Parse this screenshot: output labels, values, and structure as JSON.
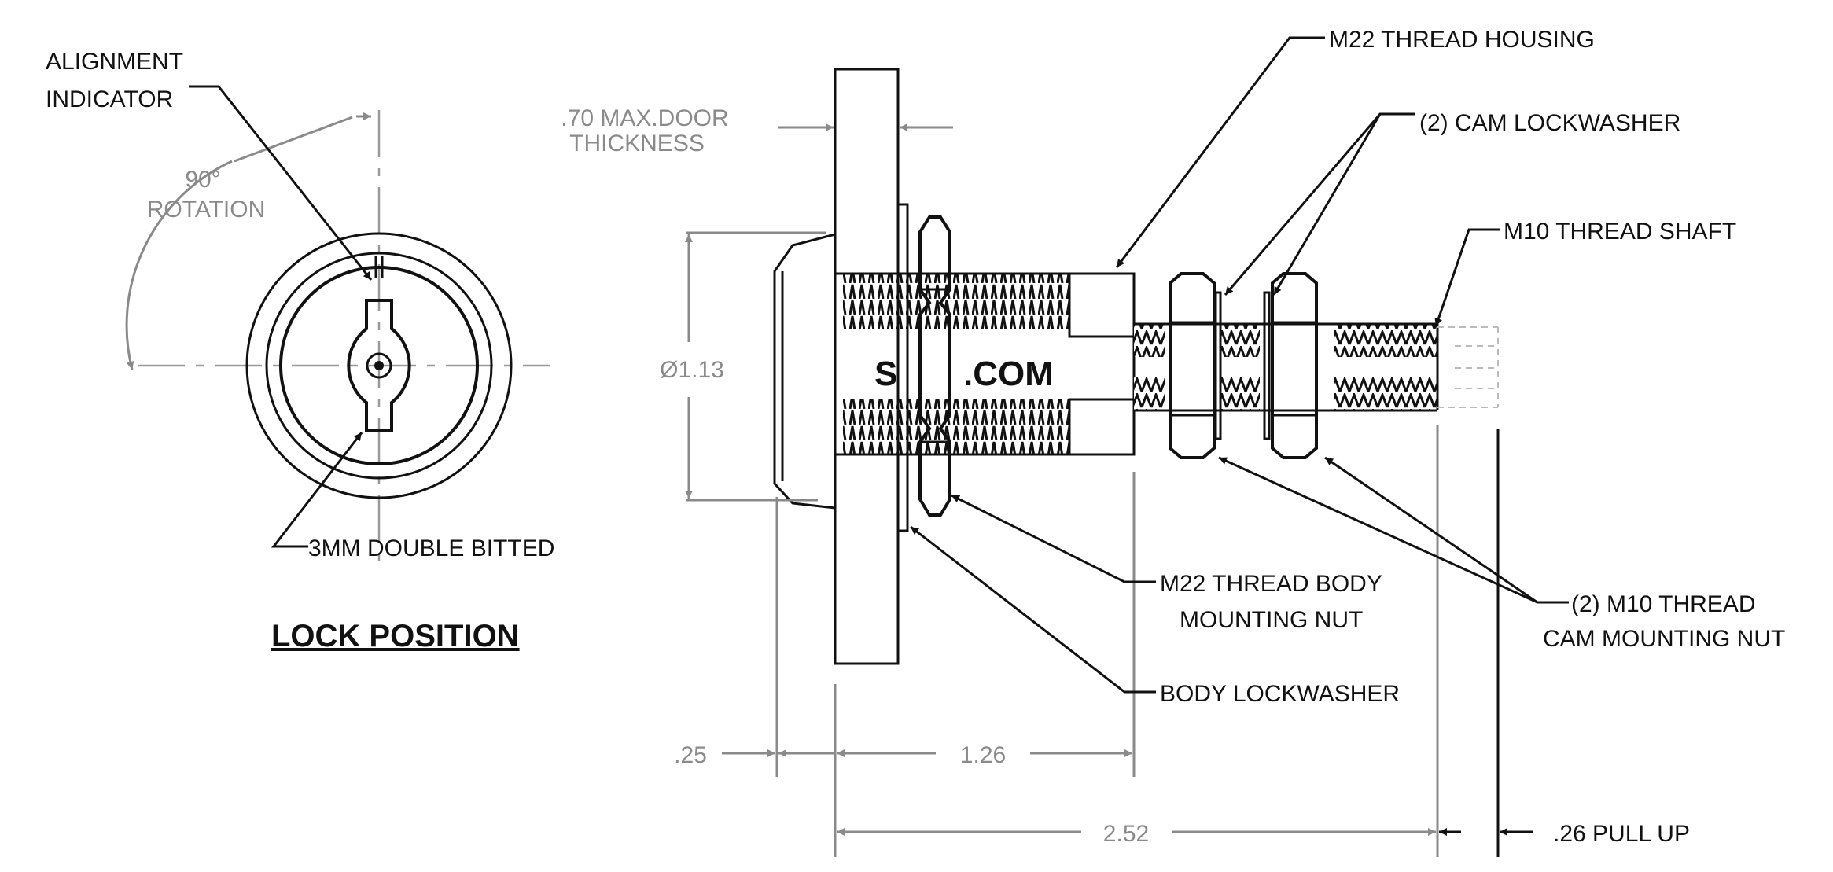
{
  "labels": {
    "alignment_indicator_1": "ALIGNMENT",
    "alignment_indicator_2": "INDICATOR",
    "rotation_1": "90°",
    "rotation_2": "ROTATION",
    "key": "3MM DOUBLE BITTED",
    "lock_position": "LOCK POSITION",
    "door_thickness_1": ".70 MAX.DOOR",
    "door_thickness_2": "THICKNESS",
    "m22_housing": "M22 THREAD HOUSING",
    "cam_lockwasher": "(2) CAM LOCKWASHER",
    "m10_shaft": "M10 THREAD SHAFT",
    "diameter": "Ø1.13",
    "brand_left": "S",
    "brand_right": ".COM",
    "m22_nut_1": "M22 THREAD BODY",
    "m22_nut_2": "MOUNTING NUT",
    "m10_nut_1": "(2) M10 THREAD",
    "m10_nut_2": "CAM MOUNTING NUT",
    "body_lockwasher": "BODY LOCKWASHER",
    "dim_025": ".25",
    "dim_126": "1.26",
    "dim_252": "2.52",
    "pull_up": ".26 PULL UP"
  },
  "colors": {
    "line": "#111111",
    "dimension": "#8a8a8a",
    "background": "#ffffff"
  }
}
